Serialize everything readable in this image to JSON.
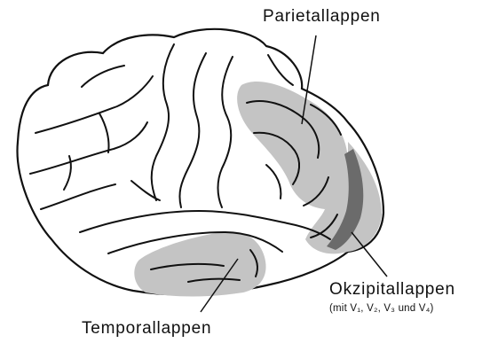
{
  "labels": {
    "parietal": "Parietallappen",
    "okzipital": "Okzipitallappen",
    "okzipital_sub": "(mit V₁, V₂, V₃ und V₄)",
    "temporal": "Temporallappen"
  },
  "colors": {
    "outline": "#111111",
    "region_fill": "#c4c4c4",
    "v1_band": "#6b6b6b",
    "background": "#ffffff"
  }
}
